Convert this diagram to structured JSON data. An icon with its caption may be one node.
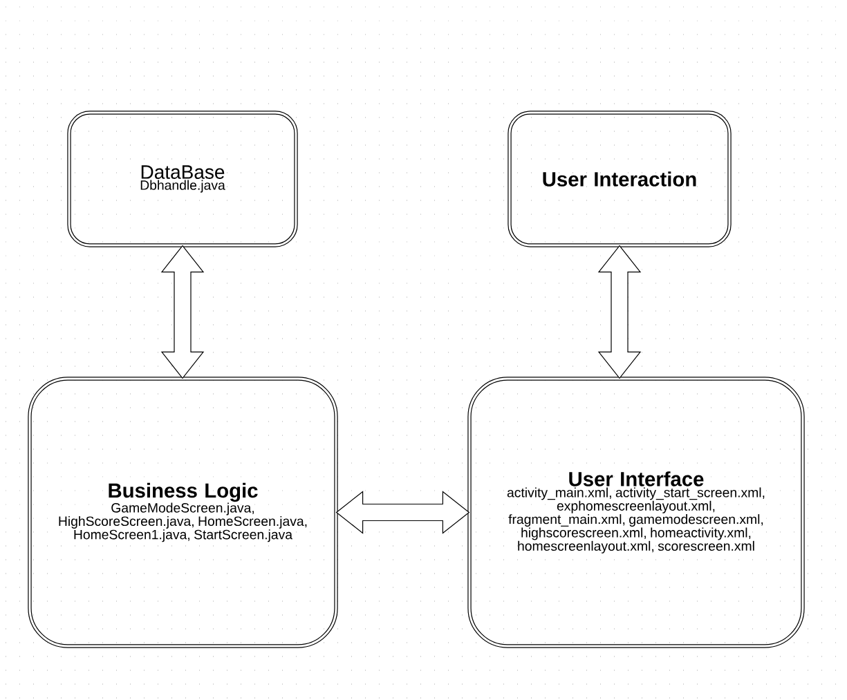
{
  "diagram": {
    "nodes": [
      {
        "text": [
          "DataBase",
          "Dbhandle.java"
        ]
      },
      {
        "text": [
          "User Interaction"
        ]
      },
      {
        "text": [
          "Business Logic",
          "GameModeScreen.java, HighScoreScreen.java, HomeScreen.java, HomeScreen1.java, StartScreen.java"
        ]
      },
      {
        "text": [
          "User Interface",
          "activity_main.xml, activity_start_screen.xml, exphomescreenlayout.xml, fragment_main.xml, gamemodescreen.xml, highscorescreen.xml, homeactivity.xml, homescreenlayout.xml, scorescreen.xml"
        ]
      }
    ],
    "edges": [
      {
        "from": 0,
        "to": 2,
        "arrow": "both"
      },
      {
        "from": 1,
        "to": 3,
        "arrow": "both"
      },
      {
        "from": 2,
        "to": 3,
        "arrow": "both"
      }
    ]
  }
}
